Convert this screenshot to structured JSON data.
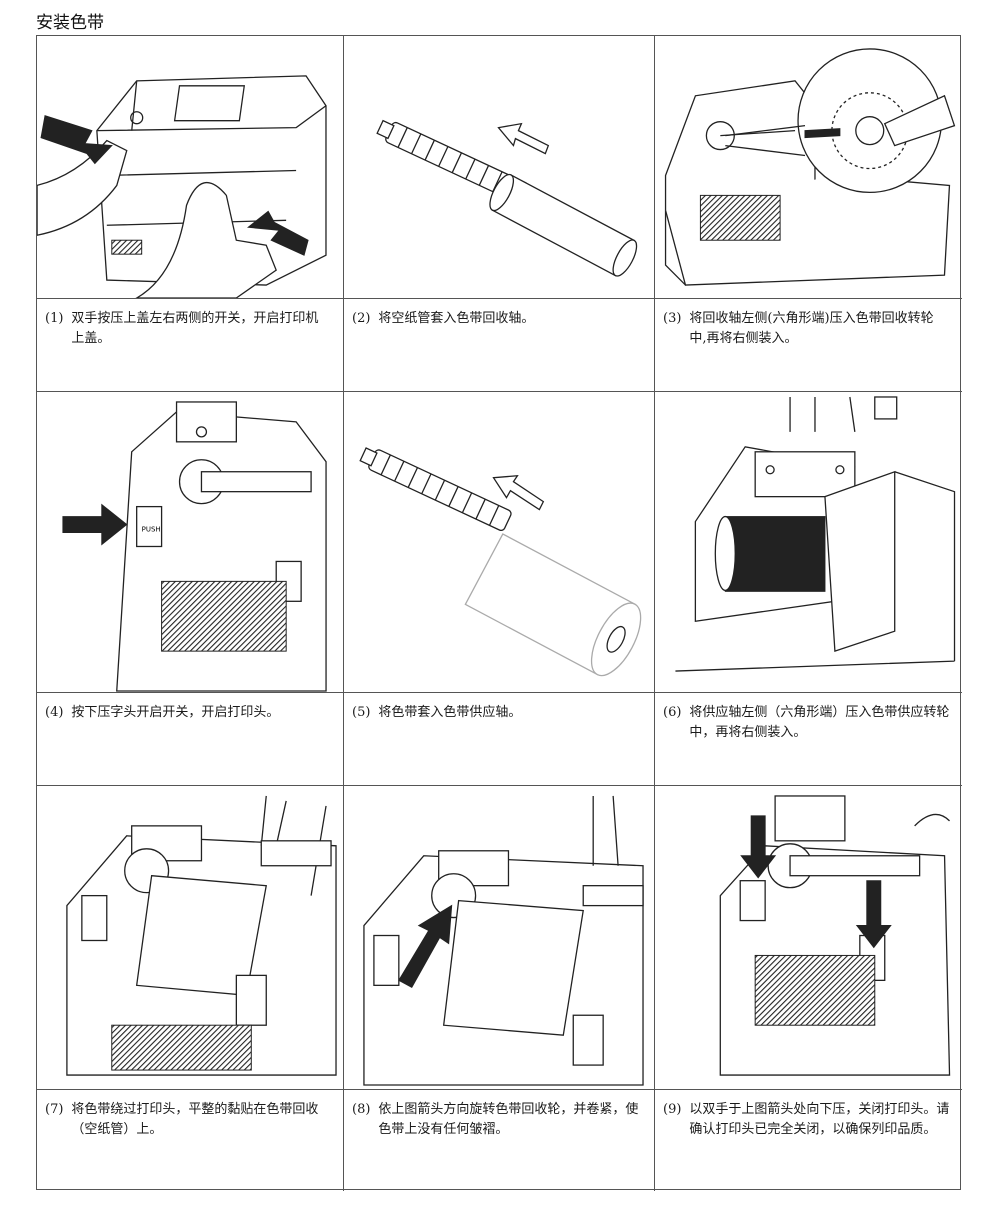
{
  "title": "安装色带",
  "steps": [
    {
      "num": "(1)",
      "text": "双手按压上盖左右两侧的开关，开启打印机上盖。"
    },
    {
      "num": "(2)",
      "text": "将空纸管套入色带回收轴。"
    },
    {
      "num": "(3)",
      "text": "将回收轴左侧(六角形端)压入色带回收转轮中,再将右侧装入。"
    },
    {
      "num": "(4)",
      "text": "按下压字头开启开关，开启打印头。"
    },
    {
      "num": "(5)",
      "text": "将色带套入色带供应轴。"
    },
    {
      "num": "(6)",
      "text": "将供应轴左侧（六角形端）压入色带供应转轮中，再将右侧装入。"
    },
    {
      "num": "(7)",
      "text": "将色带绕过打印头，平整的黏贴在色带回收（空纸管）上。"
    },
    {
      "num": "(8)",
      "text": "依上图箭头方向旋转色带回收轮，并卷紧，使色带上没有任何皱褶。"
    },
    {
      "num": "(9)",
      "text": "以双手于上图箭头处向下压，关闭打印头。请确认打印头已完全关闭，以确保列印品质。"
    }
  ],
  "icons": {
    "step1": "printer-open-cover-illustration",
    "step2": "core-onto-rewind-spindle-illustration",
    "step3": "rewind-spindle-install-illustration",
    "step4": "printhead-release-illustration",
    "step5": "ribbon-onto-supply-spindle-illustration",
    "step6": "supply-spindle-install-illustration",
    "step7": "ribbon-around-printhead-illustration",
    "step8": "rotate-rewind-wheel-illustration",
    "step9": "close-printhead-illustration"
  },
  "label_push": "PUSH"
}
